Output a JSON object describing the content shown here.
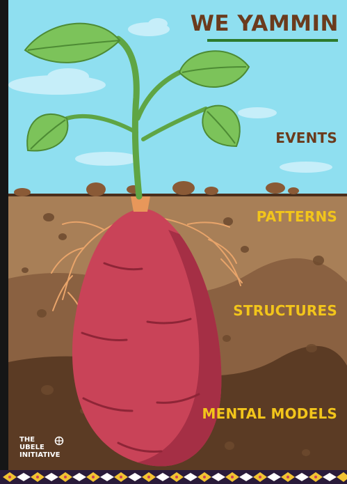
{
  "poster": {
    "title": "WE YAMMIN",
    "levels": {
      "events": "EVENTS",
      "patterns": "PATTERNS",
      "structures": "STRUCTURES",
      "mental_models": "MENTAL MODELS"
    },
    "logo": {
      "line1": "THE",
      "line2": "UBELE",
      "line3": "INITIATIVE"
    }
  },
  "colors": {
    "sky": "#8fdff0",
    "title_text": "#6b3b1d",
    "title_underline": "#2d7b2d",
    "label_yellow": "#f2c51b",
    "soil_light": "#a87f57",
    "soil_mid": "#8a6141",
    "soil_dark": "#5b3b24",
    "yam": "#c94358",
    "leaf": "#7cc35a"
  },
  "icons": {
    "logo_mark": "circle-ornament-icon",
    "plant": "sprout-icon"
  }
}
